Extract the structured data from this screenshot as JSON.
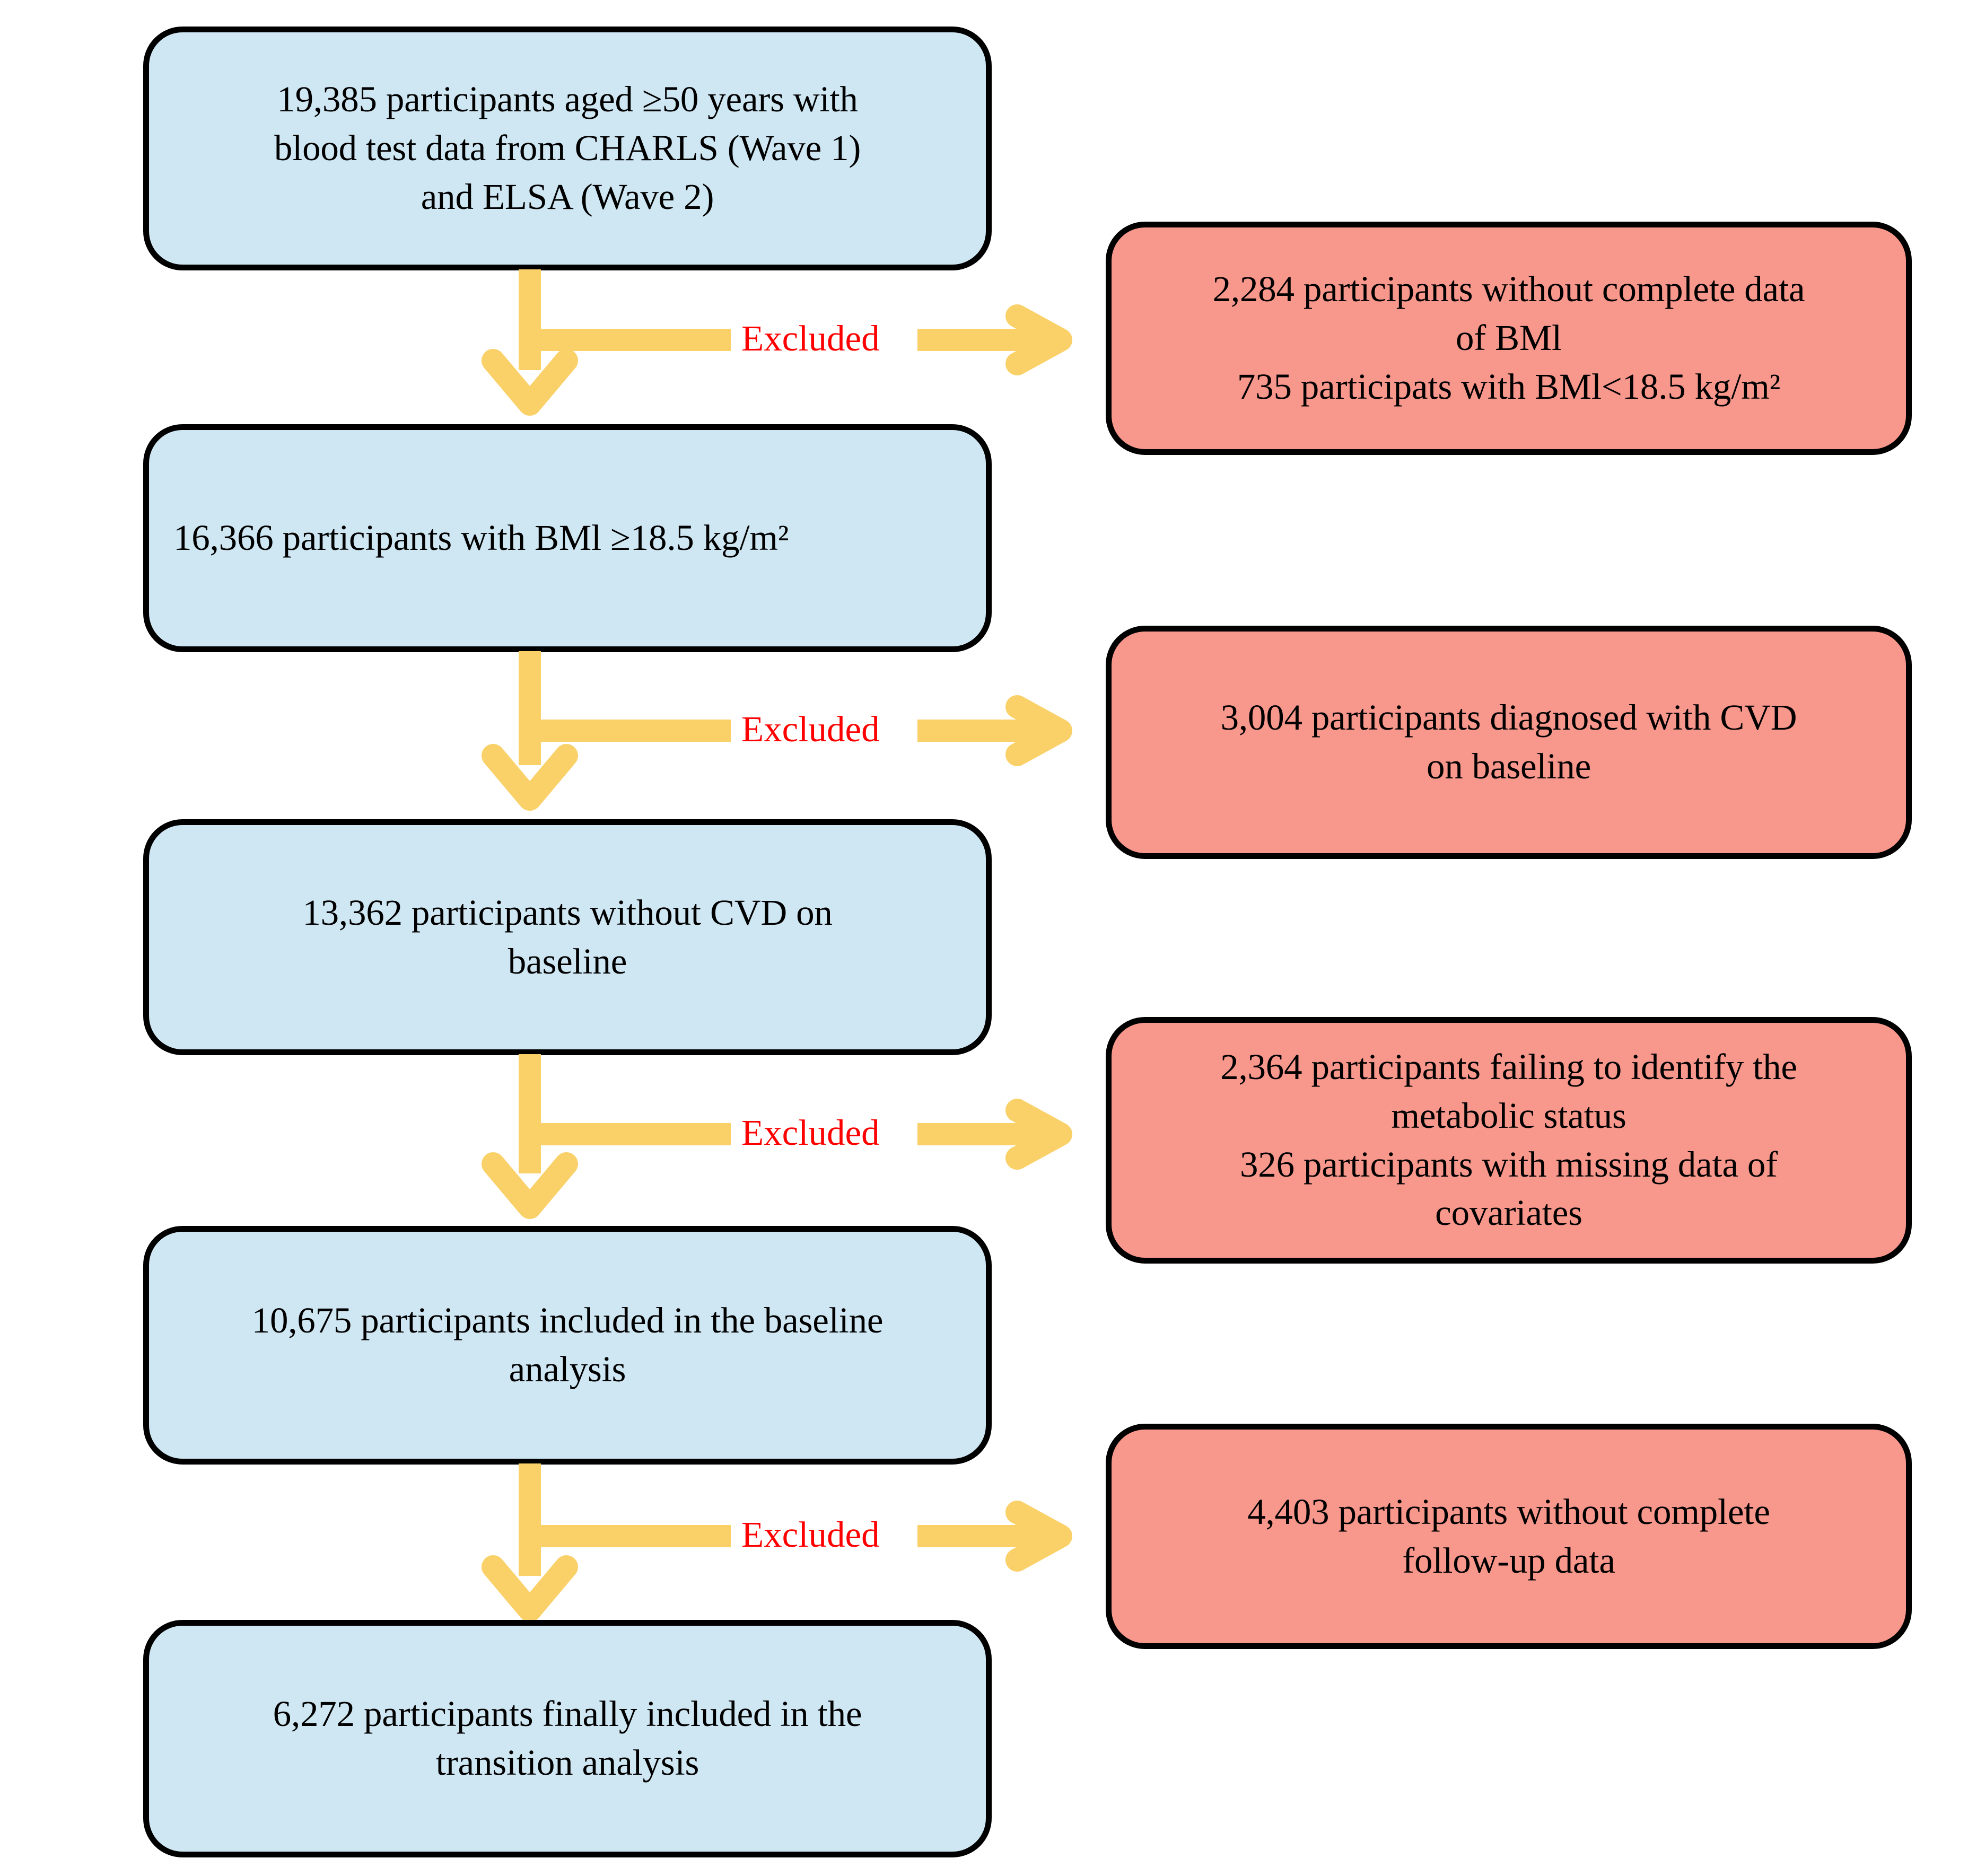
{
  "diagram": {
    "title": "Participant selection flowchart",
    "colors": {
      "included_box_fill": "#cfe7f3",
      "excluded_box_fill": "#f8978c",
      "arrow": "#fad169",
      "excluded_label": "#ff0000",
      "border": "#000000"
    },
    "included_nodes": [
      {
        "id": "node-1",
        "lines": [
          "19,385 participants aged ≥50 years with",
          "blood test data from CHARLS (Wave 1)",
          "and ELSA (Wave 2)"
        ]
      },
      {
        "id": "node-2",
        "lines": [
          "16,366 participants with BMl ≥18.5 kg/m²"
        ]
      },
      {
        "id": "node-3",
        "lines": [
          "13,362 participants without CVD on",
          "baseline"
        ]
      },
      {
        "id": "node-4",
        "lines": [
          "10,675 participants included in the baseline",
          "analysis"
        ]
      },
      {
        "id": "node-5",
        "lines": [
          "6,272 participants finally included in the",
          "transition analysis"
        ]
      }
    ],
    "excluded_nodes": [
      {
        "id": "excl-1",
        "lines": [
          "2,284 participants without complete data",
          "of BMl",
          "735 participats with BMl<18.5 kg/m²"
        ]
      },
      {
        "id": "excl-2",
        "lines": [
          "3,004 participants diagnosed with CVD",
          "on baseline"
        ]
      },
      {
        "id": "excl-3",
        "lines": [
          "2,364 participants failing to identify the",
          "metabolic status",
          "326 participants with missing data of",
          "covariates"
        ]
      },
      {
        "id": "excl-4",
        "lines": [
          "4,403 participants without complete",
          "follow-up data"
        ]
      }
    ],
    "connector_labels": [
      {
        "id": "excluded-1",
        "text": "Excluded"
      },
      {
        "id": "excluded-2",
        "text": "Excluded"
      },
      {
        "id": "excluded-3",
        "text": "Excluded"
      },
      {
        "id": "excluded-4",
        "text": "Excluded"
      }
    ]
  }
}
